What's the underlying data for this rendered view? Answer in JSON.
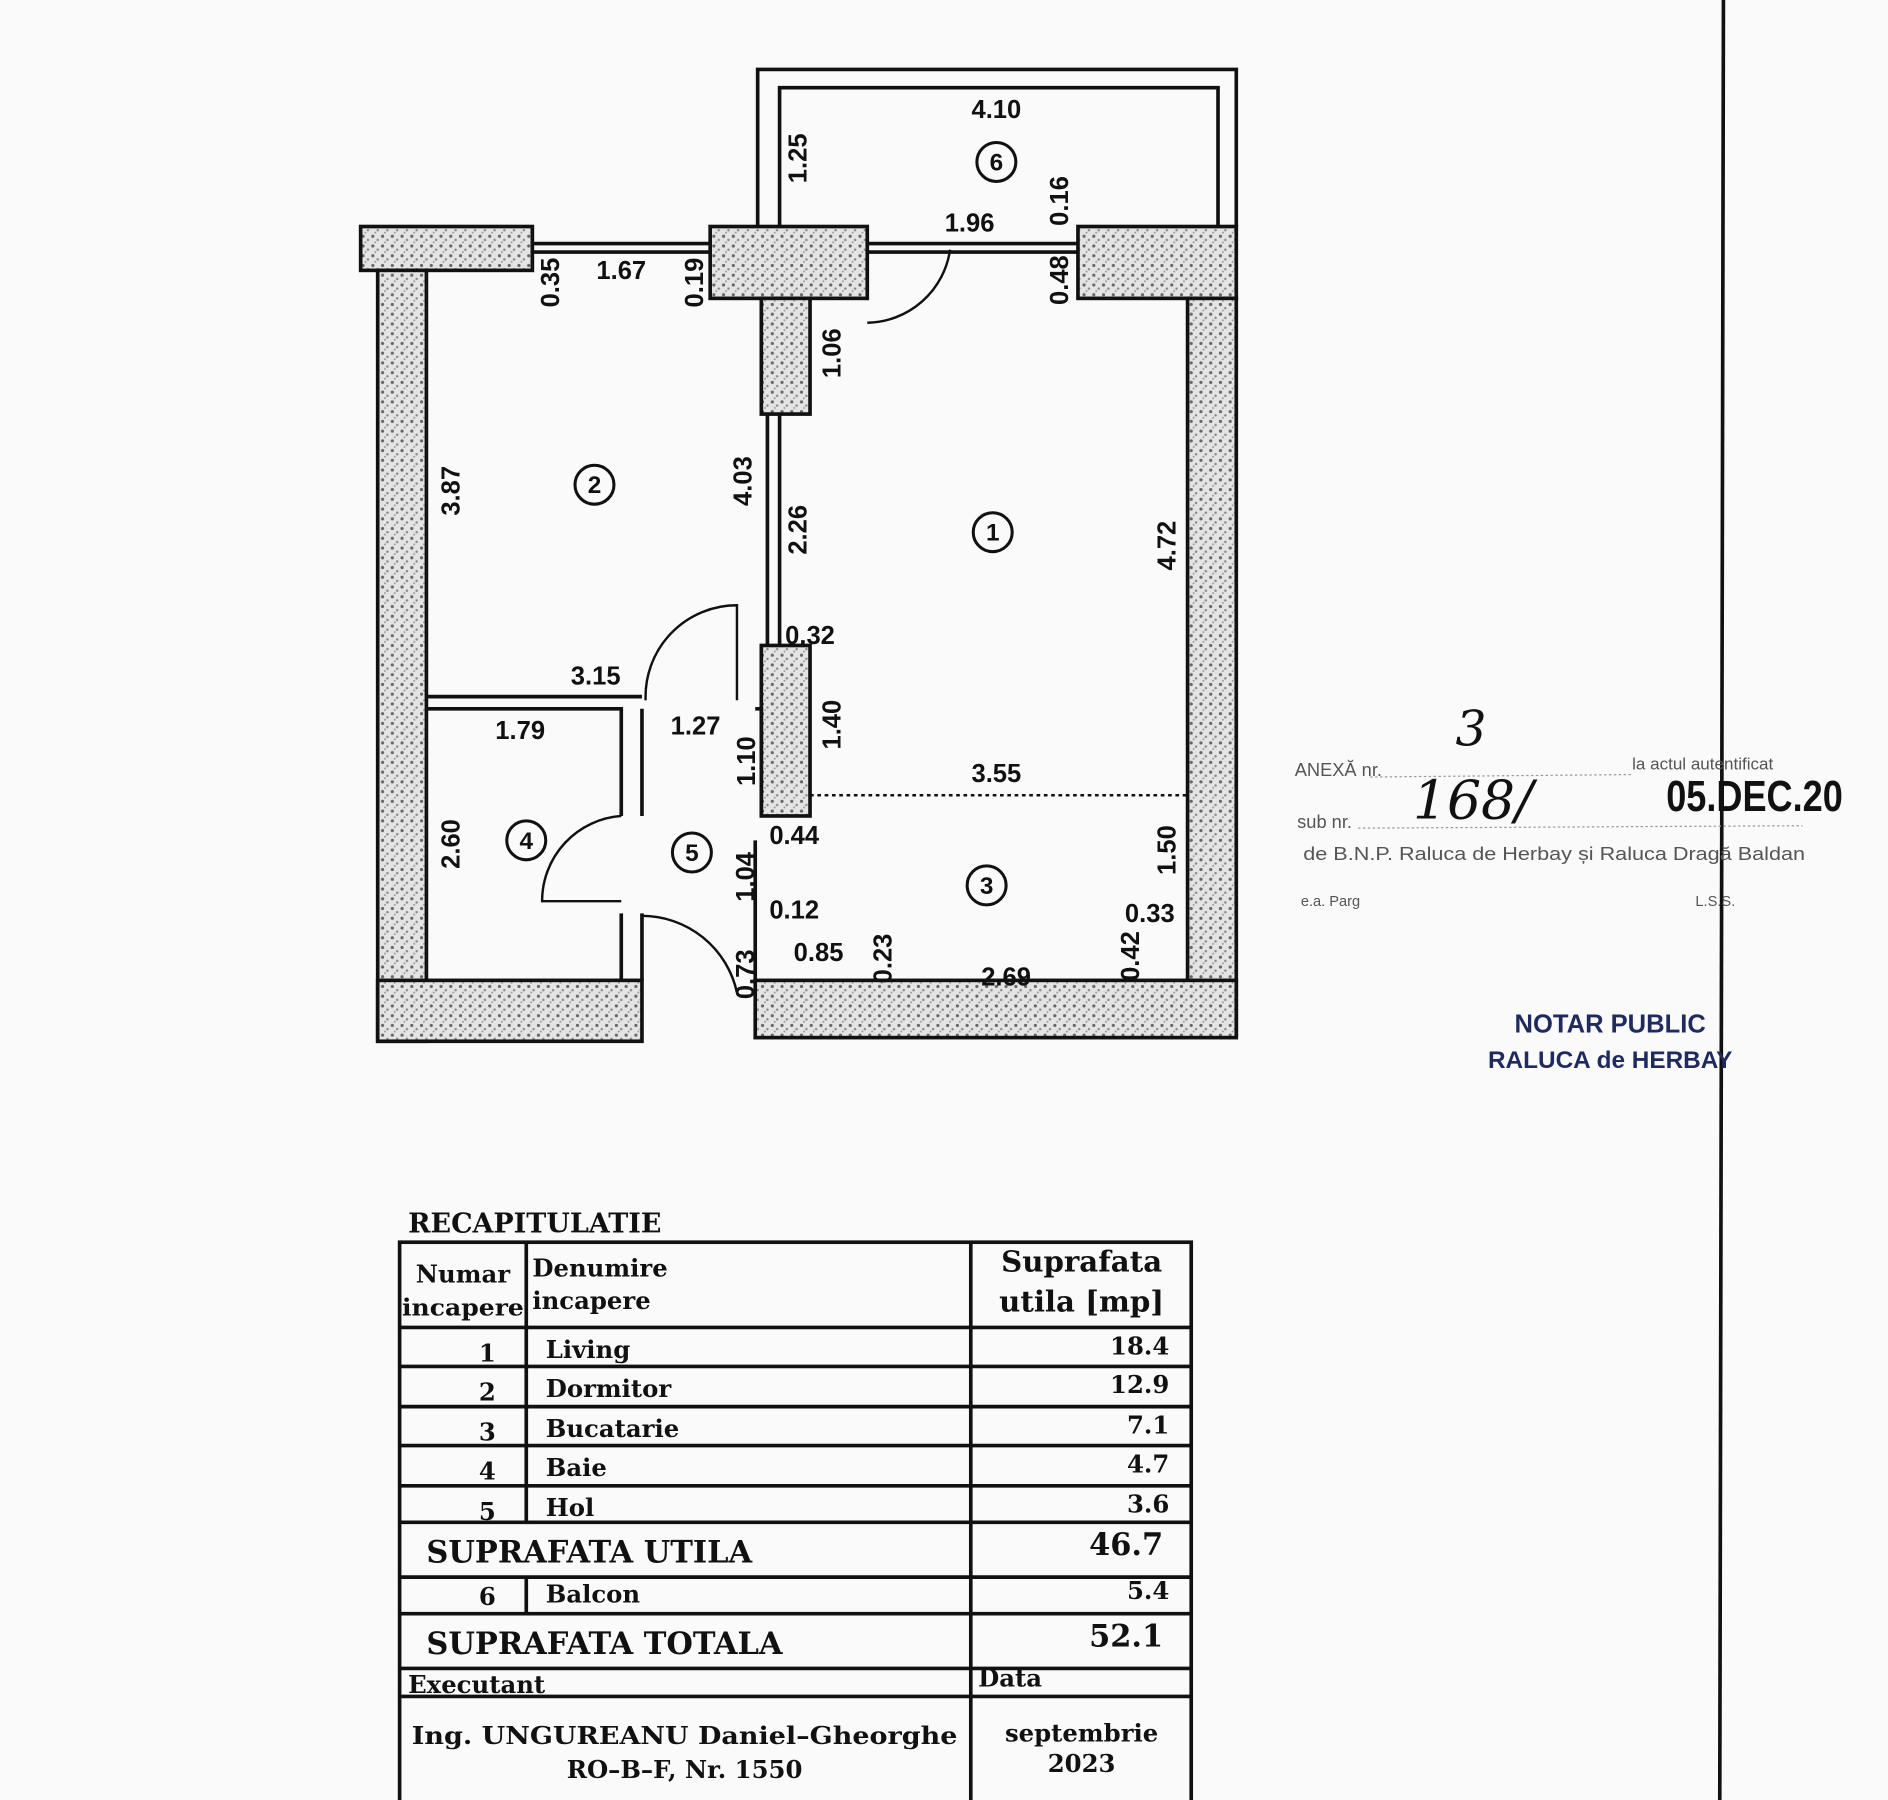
{
  "plan": {
    "rooms": [
      "1",
      "2",
      "3",
      "4",
      "5",
      "6"
    ],
    "dimensions": [
      "4.10",
      "1.25",
      "0.16",
      "1.96",
      "0.35",
      "1.67",
      "0.19",
      "0.48",
      "1.06",
      "3.87",
      "4.03",
      "2.26",
      "4.72",
      "0.32",
      "3.15",
      "1.79",
      "1.27",
      "1.10",
      "1.40",
      "3.55",
      "2.60",
      "0.44",
      "1.50",
      "1.04",
      "0.12",
      "0.33",
      "0.85",
      "0.23",
      "2.69",
      "0.42",
      "0.73"
    ]
  },
  "stamp": {
    "anexa_label": "ANEXĂ nr.",
    "anexa_number": "3",
    "act_label": "la actul autentificat",
    "sub_label": "sub nr.",
    "sub_number": "168/",
    "date": "05.DEC.20",
    "bnp_line": "de B.N.P. Raluca de Herbay și Raluca Dragă Baldan",
    "left_initials": "e.a. Parg",
    "right_initials": "L.S.S.",
    "notar_title": "NOTAR PUBLIC",
    "notar_name": "RALUCA de HERBAY",
    "notar_color": "#1f2b5e"
  },
  "table": {
    "title": "RECAPITULATIE",
    "headers": {
      "number": [
        "Numar",
        "incapere"
      ],
      "name": [
        "Denumire",
        "incapere"
      ],
      "area": [
        "Suprafata",
        "utila  [mp]"
      ]
    },
    "rows": [
      {
        "nr": "1",
        "name": "Living",
        "area": "18.4"
      },
      {
        "nr": "2",
        "name": "Dormitor",
        "area": "12.9"
      },
      {
        "nr": "3",
        "name": "Bucatarie",
        "area": "7.1"
      },
      {
        "nr": "4",
        "name": "Baie",
        "area": "4.7"
      },
      {
        "nr": "5",
        "name": "Hol",
        "area": "3.6"
      }
    ],
    "useful_label": "SUPRAFATA  UTILA",
    "useful_value": "46.7",
    "balcony": {
      "nr": "6",
      "name": "Balcon",
      "area": "5.4"
    },
    "total_label": "SUPRAFATA  TOTALA",
    "total_value": "52.1",
    "executant_label": "Executant",
    "date_label": "Data",
    "executant": [
      "Ing.  UNGUREANU  Daniel–Gheorghe",
      "RO–B–F,  Nr.  1550"
    ],
    "date": [
      "septembrie",
      "2023"
    ]
  }
}
